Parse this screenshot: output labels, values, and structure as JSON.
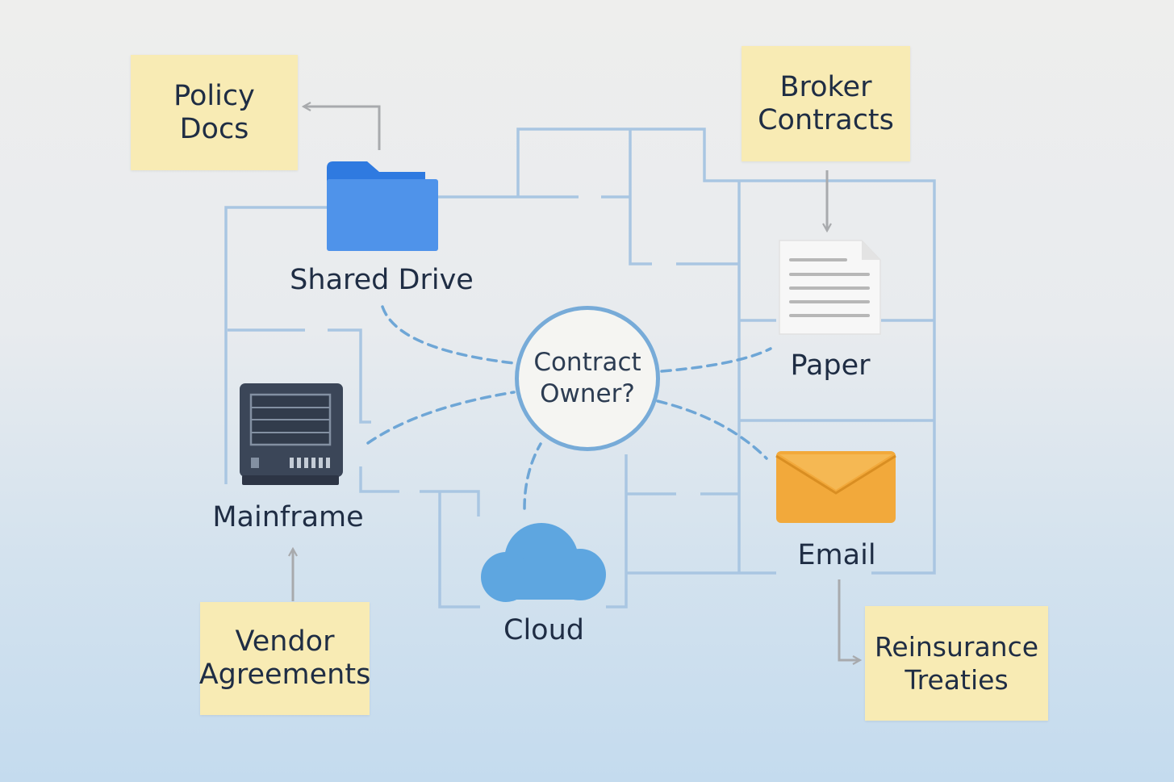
{
  "sticky_notes": {
    "policy_docs": [
      "Policy",
      "Docs"
    ],
    "broker_contracts": [
      "Broker",
      "Contracts"
    ],
    "vendor_agreements": [
      "Vendor",
      "Agreements"
    ],
    "reinsurance_treaties": [
      "Reinsurance",
      "Treaties"
    ]
  },
  "nodes": {
    "shared_drive": "Shared Drive",
    "paper": "Paper",
    "mainframe": "Mainframe",
    "cloud": "Cloud",
    "email": "Email"
  },
  "hub": [
    "Contract",
    "Owner?"
  ],
  "colors": {
    "maze_line": "#a9c6e2",
    "dashed_link": "#6ea6d6",
    "arrow": "#a8aaad",
    "sticky_note": "#f8ebb4",
    "folder": "#4f93ea",
    "cloud": "#5ea6e0",
    "email": "#f2a93b",
    "mainframe": "#3b4658",
    "text": "#1f2d44"
  },
  "icons": [
    "folder-icon",
    "paper-document-icon",
    "mainframe-server-icon",
    "cloud-icon",
    "email-envelope-icon"
  ]
}
